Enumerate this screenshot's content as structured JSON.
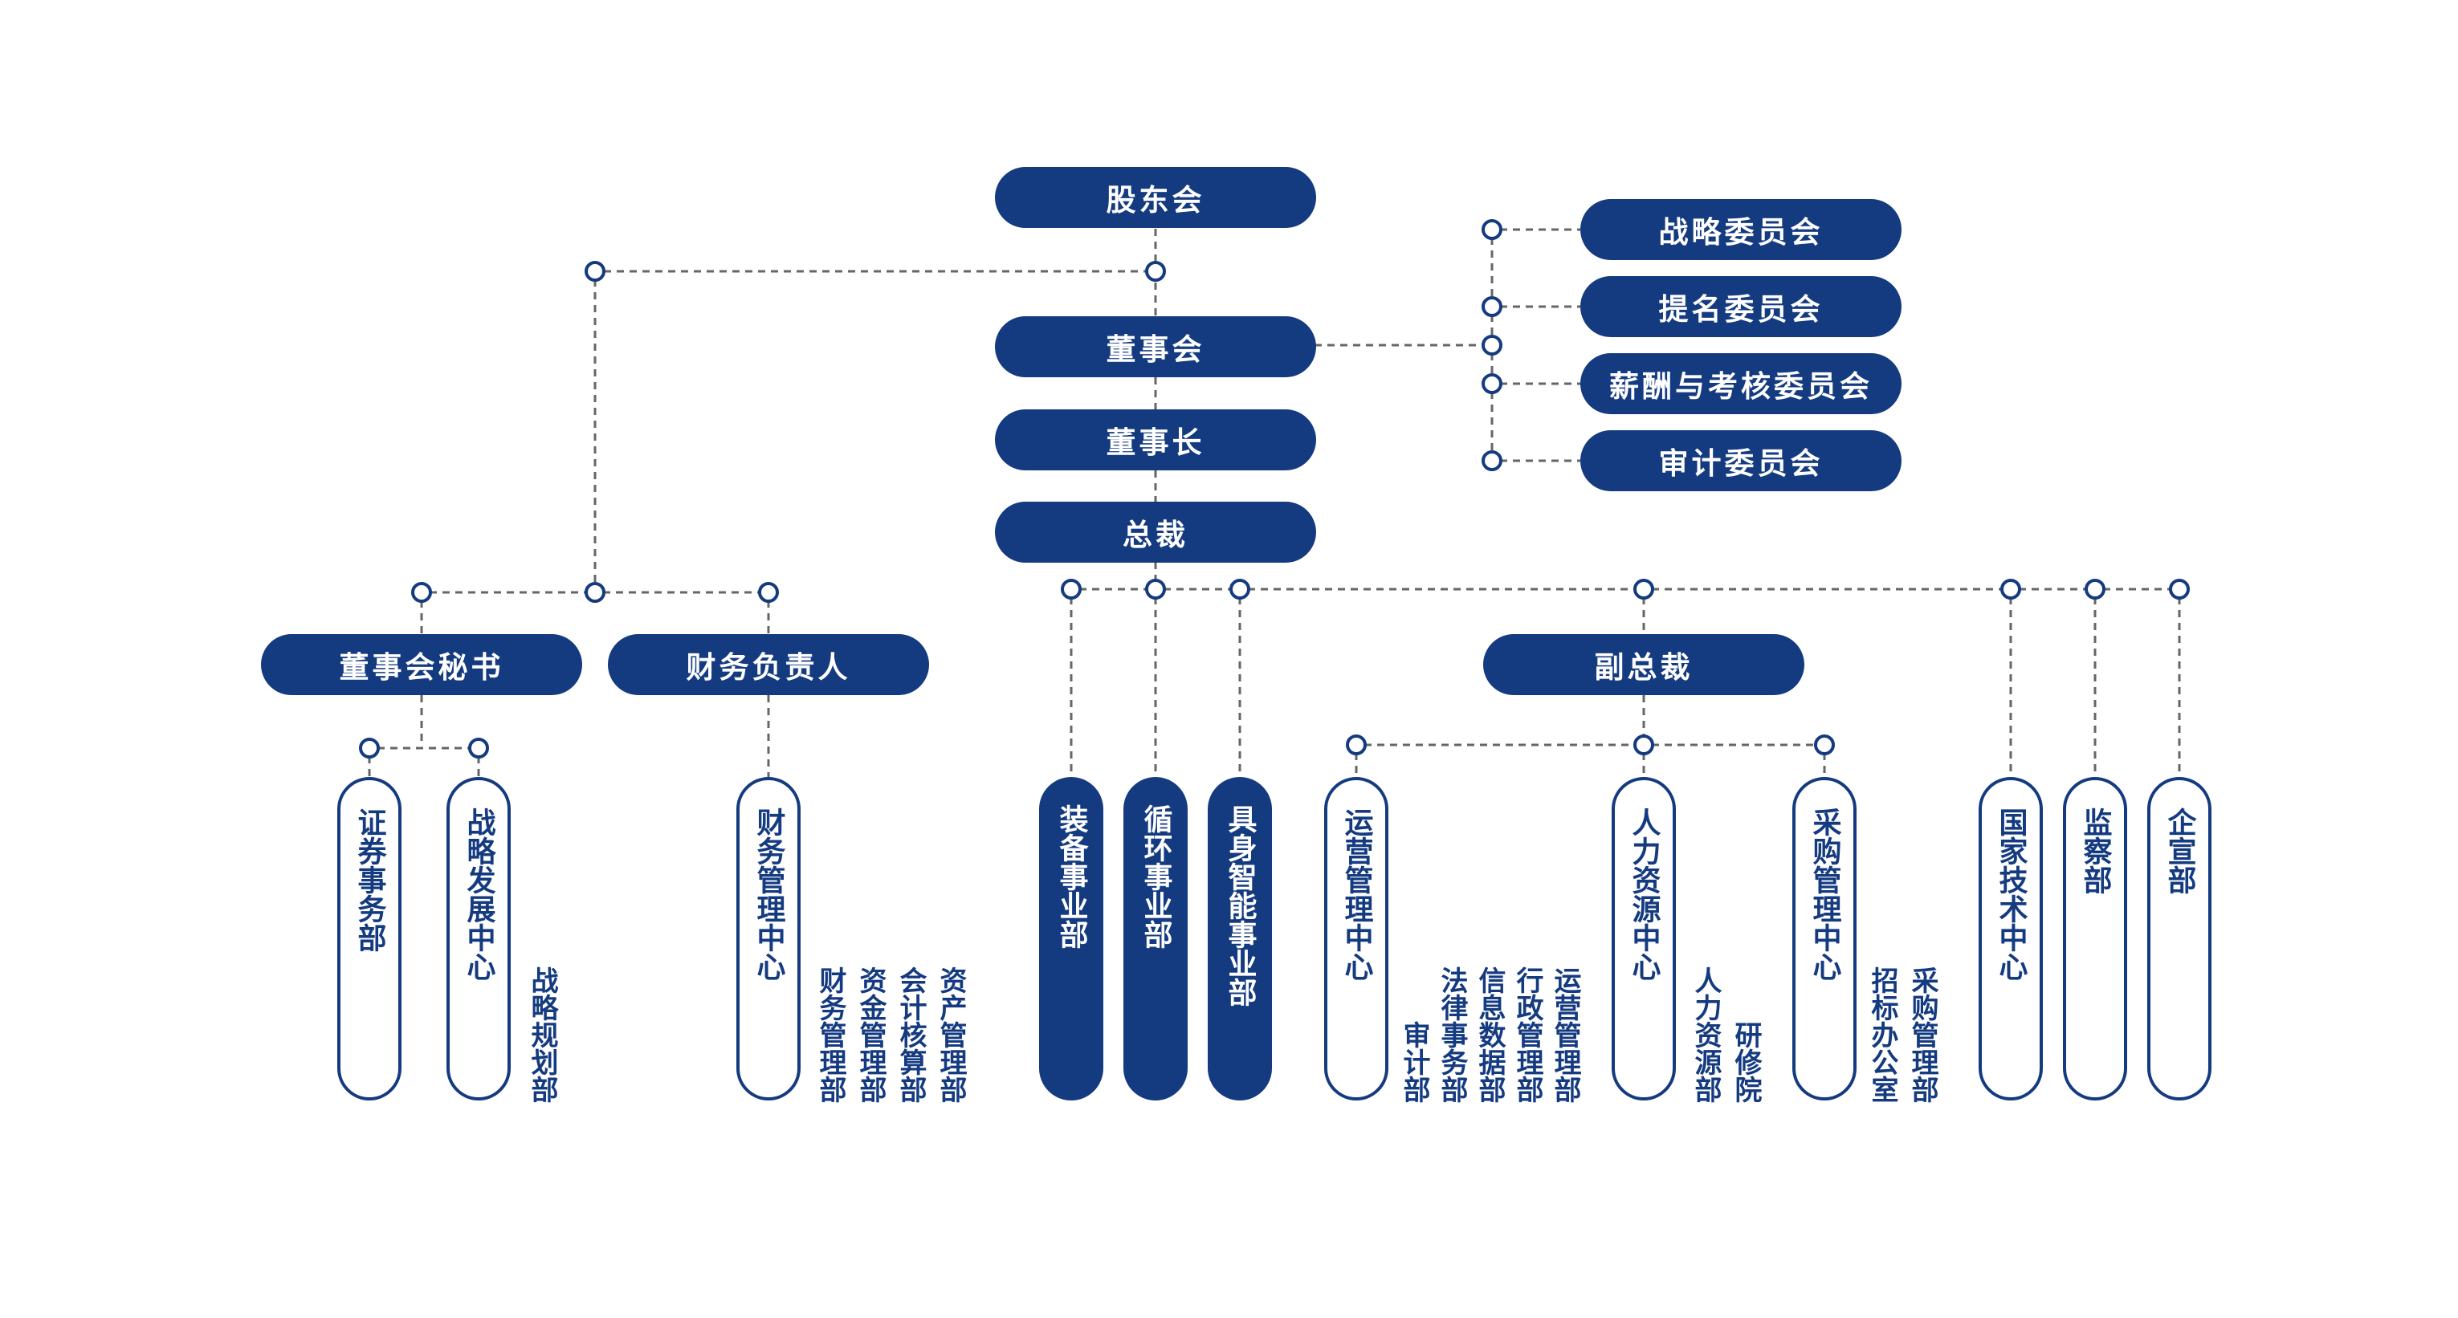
{
  "colors": {
    "primary": "#143a80",
    "line": "#666666",
    "background": "#ffffff"
  },
  "top": {
    "shareholders": "股东会",
    "board": "董事会",
    "chairman": "董事长",
    "president": "总裁"
  },
  "committees": [
    "战略委员会",
    "提名委员会",
    "薪酬与考核委员会",
    "审计委员会"
  ],
  "left": {
    "board_secretary": "董事会秘书",
    "cfo": "财务负责人"
  },
  "vp": "副总裁",
  "departments": {
    "securities": "证券事务部",
    "strategy_center": "战略发展中心",
    "strategy_planning": "战略规划部",
    "finance_center": "财务管理中心",
    "finance_subs": [
      "财务管理部",
      "资金管理部",
      "会计核算部",
      "资产管理部"
    ],
    "equipment": "装备事业部",
    "recycling": "循环事业部",
    "embodied_ai": "具身智能事业部",
    "ops_center": "运营管理中心",
    "ops_subs": [
      "审计部",
      "法律事务部",
      "信息数据部",
      "行政管理部",
      "运营管理部"
    ],
    "hr_center": "人力资源中心",
    "hr_subs": [
      "人力资源部",
      "研修院"
    ],
    "procurement_center": "采购管理中心",
    "procurement_subs": [
      "招标办公室",
      "采购管理部"
    ],
    "national_tech": "国家技术中心",
    "supervision": "监察部",
    "publicity": "企宣部"
  }
}
